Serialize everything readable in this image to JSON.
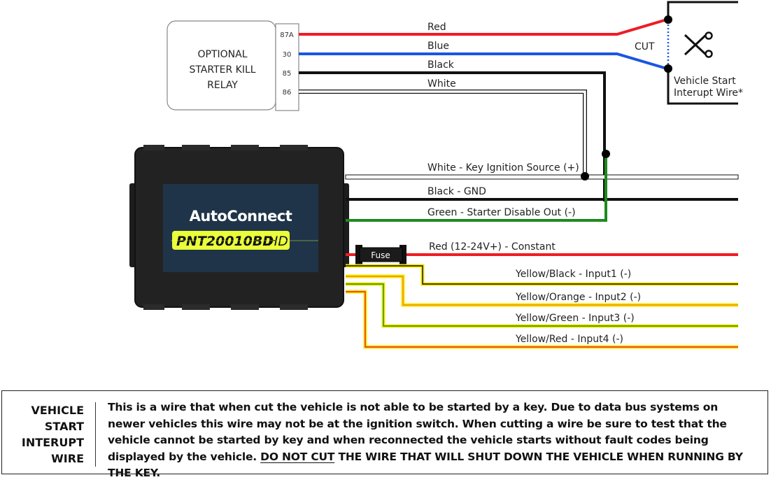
{
  "relay": {
    "lines": [
      "OPTIONAL",
      "STARTER KILL",
      "RELAY"
    ],
    "pins": [
      "87A",
      "30",
      "85",
      "86"
    ]
  },
  "relay_wires": [
    {
      "label": "Red",
      "color": "#ee1c24"
    },
    {
      "label": "Blue",
      "color": "#1a56e0"
    },
    {
      "label": "Black",
      "color": "#111111"
    },
    {
      "label": "White",
      "color": "#ffffff"
    }
  ],
  "cut": {
    "label": "CUT",
    "scissors_icon": "scissors-icon",
    "wire_label_line1": "Vehicle Start",
    "wire_label_line2": "Interupt Wire*"
  },
  "device": {
    "brand": "AutoConnect",
    "model_bold": "PNT20010BD",
    "model_thin": "HD"
  },
  "main_wires": [
    {
      "label": "White - Key Ignition Source (+)",
      "color": "#ffffff"
    },
    {
      "label": "Black - GND",
      "color": "#111111"
    },
    {
      "label": "Green - Starter Disable Out (-)",
      "color": "#1e8a1e"
    },
    {
      "label": "Red (12-24V+) - Constant",
      "color": "#ee1c24"
    }
  ],
  "fuse": {
    "label": "Fuse"
  },
  "input_wires": [
    {
      "label": "Yellow/Black - Input1 (-)",
      "stripe": "#111111"
    },
    {
      "label": "Yellow/Orange - Input2 (-)",
      "stripe": "#f28c00"
    },
    {
      "label": "Yellow/Green - Input3 (-)",
      "stripe": "#1e8a1e"
    },
    {
      "label": "Yellow/Red - Input4 (-)",
      "stripe": "#ee1c24"
    }
  ],
  "note": {
    "title": [
      "VEHICLE",
      "START",
      "INTERUPT",
      "WIRE"
    ],
    "body": "This is a wire that when cut the vehicle is not able to be started by a key. Due to data bus systems on newer vehicles this wire may not be at the ignition switch. When cutting a wire be sure to test that the vehicle cannot be started by key and when reconnected the vehicle starts without fault codes being displayed by the vehicle.",
    "emphasis": "DO NOT CUT",
    "warning": "THE WIRE THAT WILL SHUT DOWN THE VEHICLE WHEN RUNNING BY THE KEY."
  },
  "colors": {
    "yellow": "#f5e600",
    "dot": "#000000",
    "cut_dotted": "#1a56e0"
  }
}
